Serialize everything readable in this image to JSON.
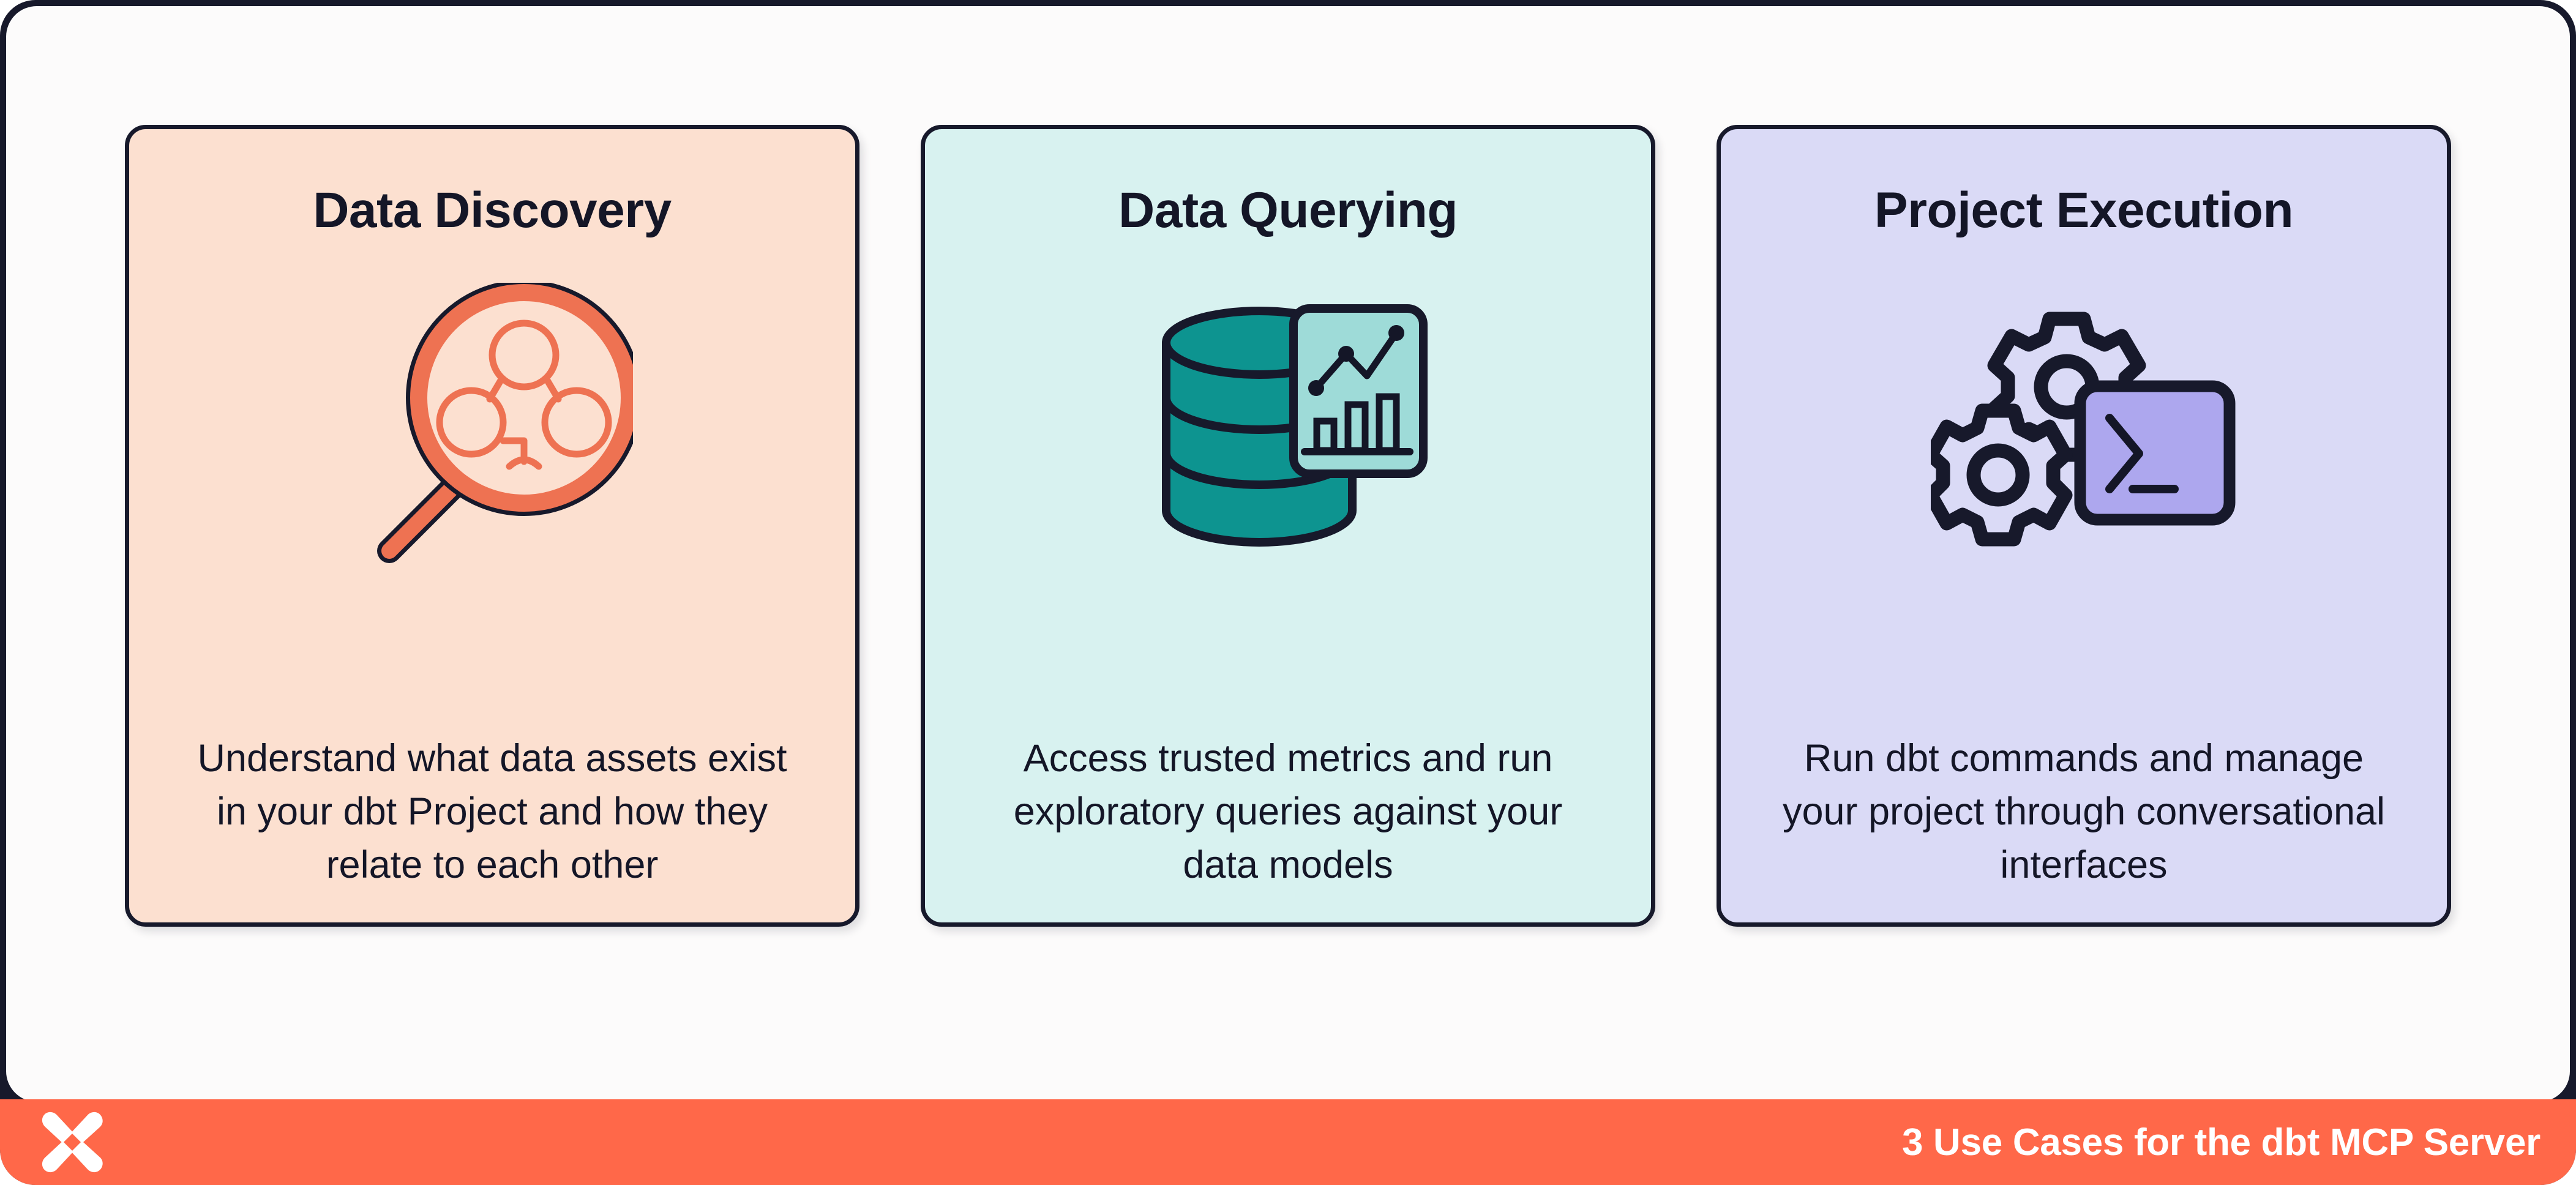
{
  "footer": {
    "title": "3 Use Cases for the dbt MCP Server",
    "logo_icon": "dbt-logo-icon",
    "background_color": "#FF6849",
    "text_color": "#FFFFFF"
  },
  "theme": {
    "frame_border_color": "#17192B",
    "board_background": "#FCFBFB",
    "ink": "#141627"
  },
  "cards": [
    {
      "title": "Data Discovery",
      "body": "Understand what data assets exist in your dbt Project and how they relate to each other",
      "background_color": "#FCE0D0",
      "accent_color": "#EE7252",
      "icon_name": "magnifying-glass-lineage-icon"
    },
    {
      "title": "Data Querying",
      "body": "Access trusted metrics and run exploratory queries against your data models",
      "background_color": "#D8F2F0",
      "accent_color": "#0D9490",
      "accent_color_secondary": "#9EDBD8",
      "icon_name": "database-chart-icon"
    },
    {
      "title": "Project Execution",
      "body": "Run dbt commands and manage your project through conversational interfaces",
      "background_color": "#DADAF6",
      "accent_color": "#ADA7EE",
      "icon_name": "gears-terminal-icon"
    }
  ]
}
